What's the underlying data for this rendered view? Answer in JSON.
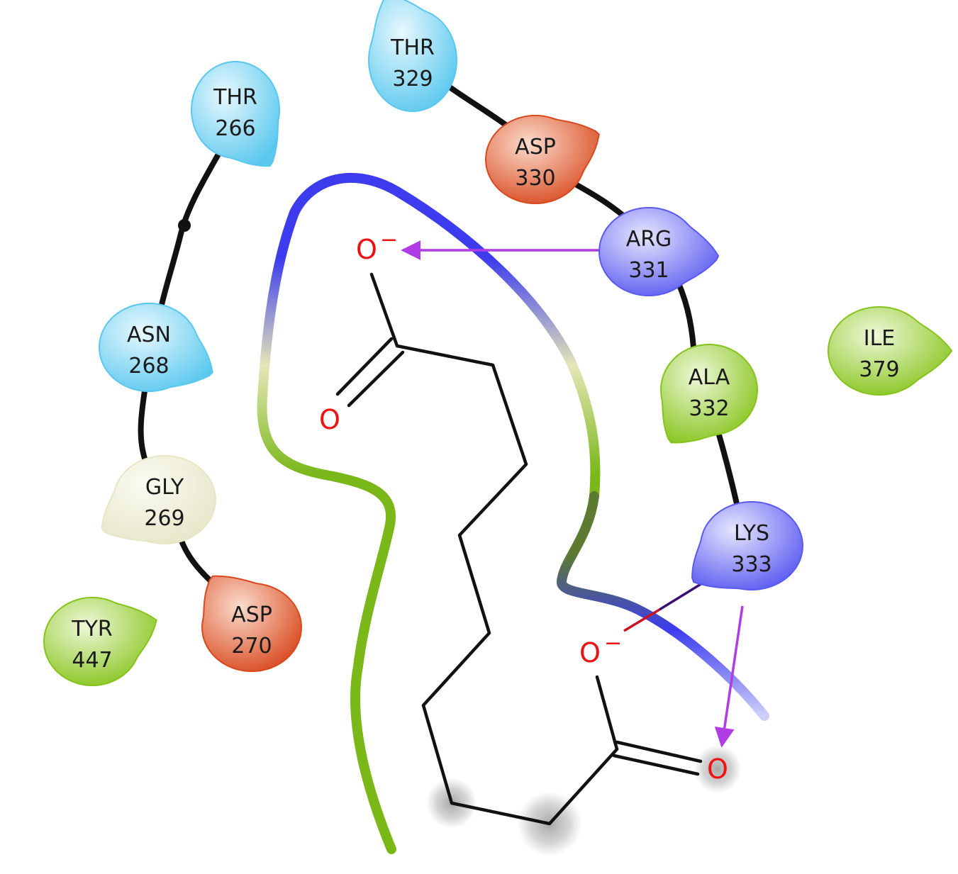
{
  "residues": [
    {
      "id": "thr266",
      "name": "THR",
      "number": "266",
      "color": "#5ac8ee",
      "light": "#e8f8fe"
    },
    {
      "id": "asn268",
      "name": "ASN",
      "number": "268",
      "color": "#5ac8ee",
      "light": "#e8f8fe"
    },
    {
      "id": "gly269",
      "name": "GLY",
      "number": "269",
      "color": "#e6e6c8",
      "light": "#fbfbf2"
    },
    {
      "id": "asp270",
      "name": "ASP",
      "number": "270",
      "color": "#d8491f",
      "light": "#fbdccc"
    },
    {
      "id": "tyr447",
      "name": "TYR",
      "number": "447",
      "color": "#86c41c",
      "light": "#eef8d8"
    },
    {
      "id": "thr329",
      "name": "THR",
      "number": "329",
      "color": "#5ac8ee",
      "light": "#e8f8fe"
    },
    {
      "id": "asp330",
      "name": "ASP",
      "number": "330",
      "color": "#d8491f",
      "light": "#fbdccc"
    },
    {
      "id": "arg331",
      "name": "ARG",
      "number": "331",
      "color": "#5a5af0",
      "light": "#e6e6fe"
    },
    {
      "id": "ala332",
      "name": "ALA",
      "number": "332",
      "color": "#86c41c",
      "light": "#eef8d8"
    },
    {
      "id": "lys333",
      "name": "LYS",
      "number": "333",
      "color": "#5a5af0",
      "light": "#e6e6fe"
    },
    {
      "id": "ile379",
      "name": "ILE",
      "number": "379",
      "color": "#86c41c",
      "light": "#eef8d8"
    }
  ],
  "atoms": [
    {
      "id": "o-top-anion",
      "label": "O",
      "charge": "−"
    },
    {
      "id": "o-top-carbonyl",
      "label": "O",
      "charge": ""
    },
    {
      "id": "o-bottom-anion",
      "label": "O",
      "charge": "−"
    },
    {
      "id": "o-bottom-carbonyl",
      "label": "O",
      "charge": ""
    }
  ],
  "colors": {
    "hbond": "#b03ce6",
    "saltbridge": "#7a1550",
    "backbone": "#111111",
    "pocket_charged": "#3c3cee",
    "pocket_hydrophobic": "#7ab81a",
    "pocket_glycine": "#e6e6b8",
    "atom_oxygen": "#ee1111"
  }
}
